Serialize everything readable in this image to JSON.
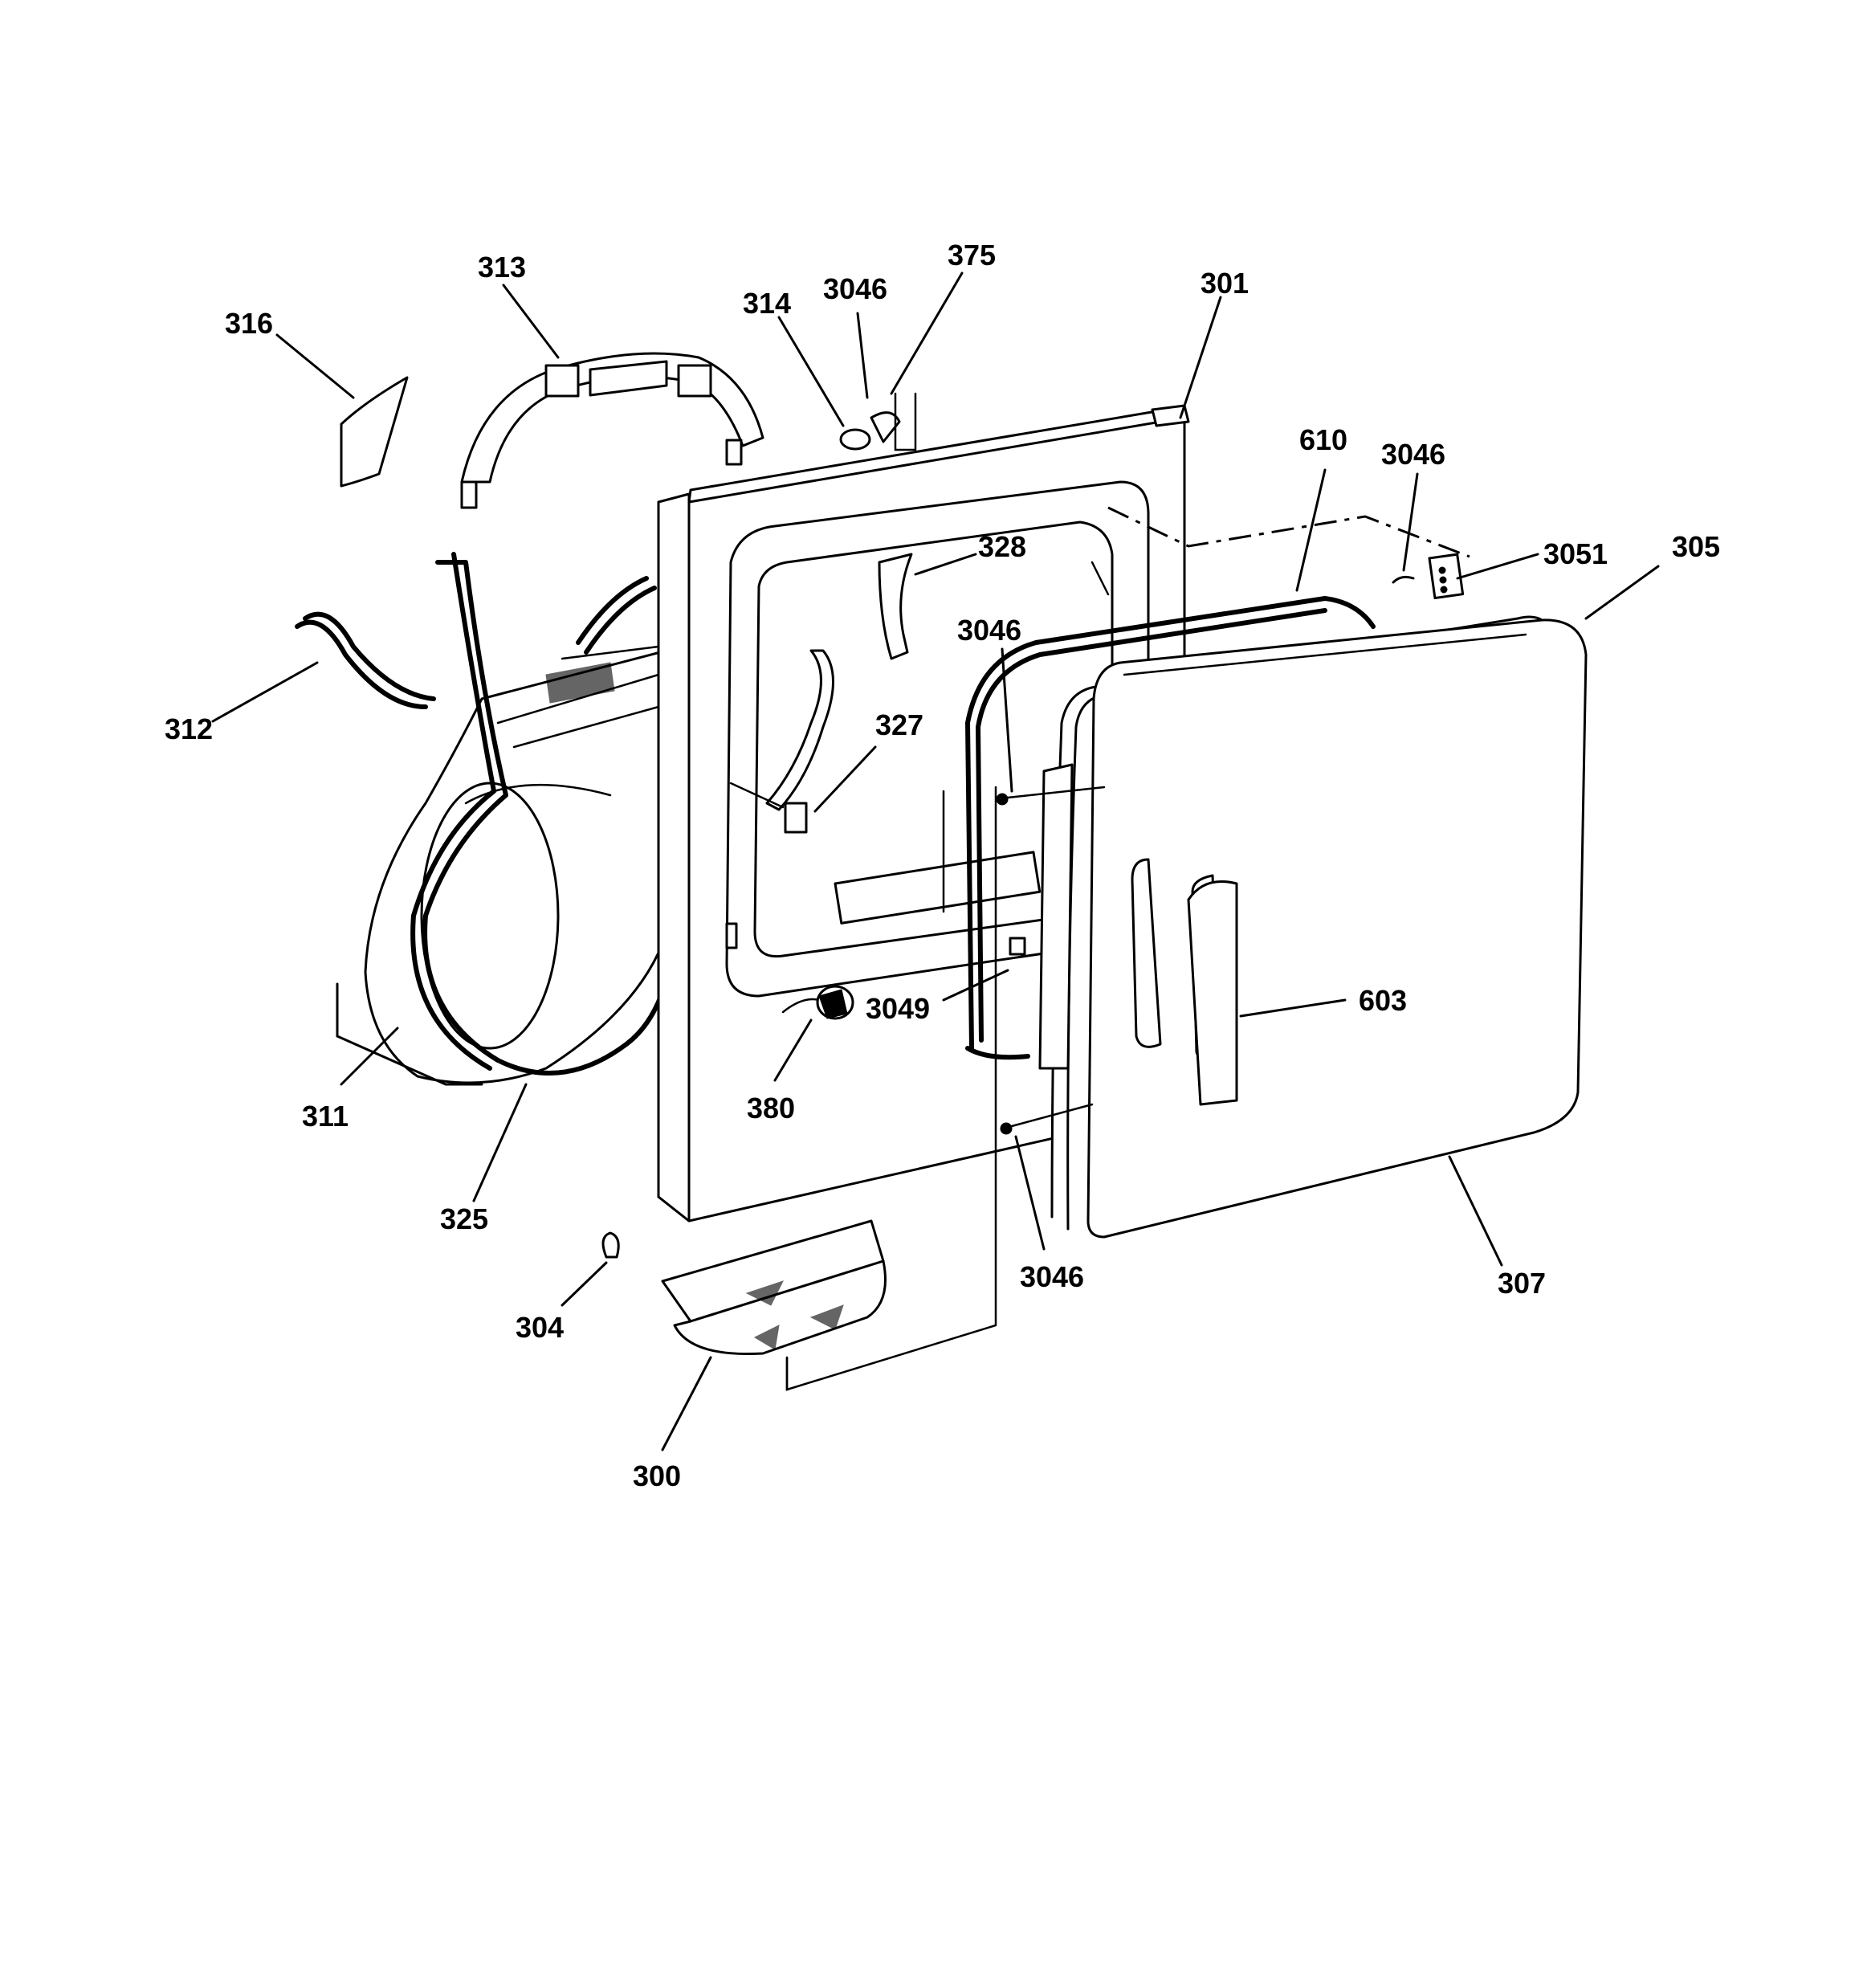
{
  "diagram": {
    "callouts": [
      "316",
      "313",
      "314",
      "3046",
      "375",
      "301",
      "610",
      "3046",
      "3051",
      "305",
      "328",
      "3046",
      "312",
      "327",
      "603",
      "3049",
      "380",
      "311",
      "325",
      "3046",
      "307",
      "304",
      "300"
    ]
  }
}
